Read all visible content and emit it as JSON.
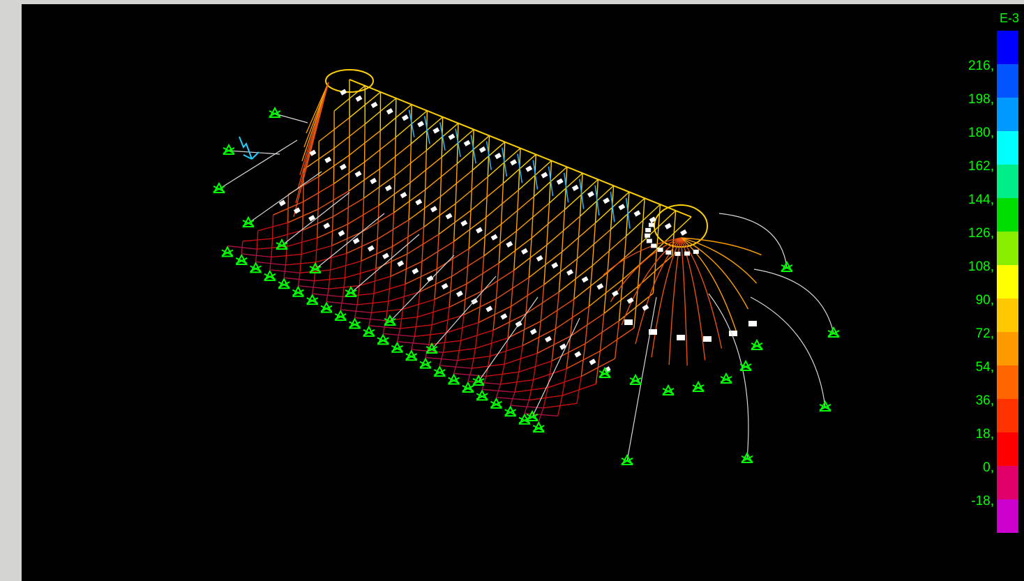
{
  "legend": {
    "exponent": "E-3",
    "labels": [
      "216,",
      "198,",
      "180,",
      "162,",
      "144,",
      "126,",
      "108,",
      "90,",
      "72,",
      "54,",
      "36,",
      "18,",
      "0,",
      "-18,"
    ],
    "colors": [
      "#0000ff",
      "#0055ff",
      "#0099ff",
      "#00ffff",
      "#00ee88",
      "#00dd00",
      "#88ee00",
      "#ffff00",
      "#ffc800",
      "#ff9900",
      "#ff6600",
      "#ff3300",
      "#ff0000",
      "#e0006a",
      "#cc00cc"
    ],
    "label_color": "#00ff00"
  },
  "model": {
    "support_color": "#00ff00",
    "cable_color": "#d8d8d8",
    "node_color": "#ffffff",
    "member_colors": {
      "crown": "#ffd000",
      "upper": "#ffa000",
      "mid": "#e85010",
      "lower": "#c81010",
      "base": "#aa1040",
      "top_blue": "#20b0ff"
    }
  }
}
